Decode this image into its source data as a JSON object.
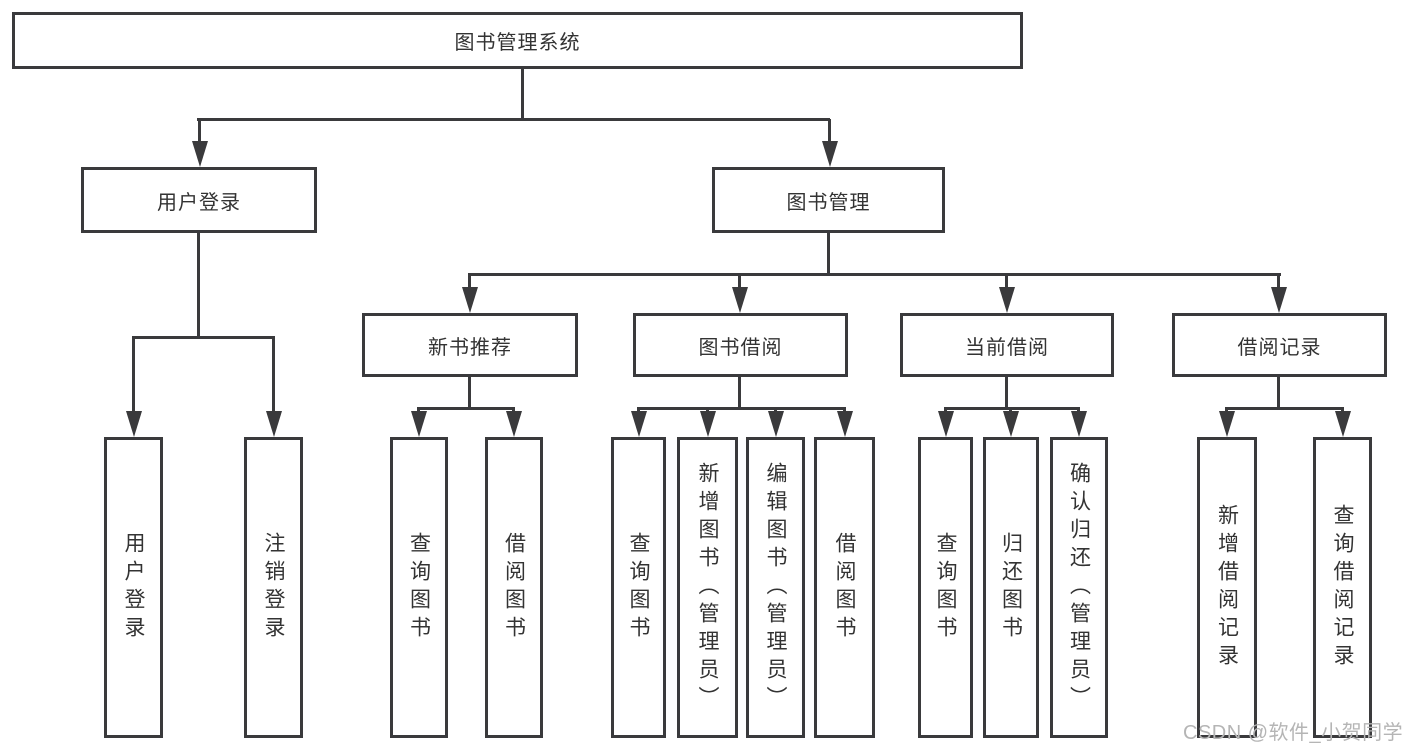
{
  "tree": {
    "root": {
      "label": "图书管理系统",
      "children": [
        {
          "label": "用户登录",
          "children": [
            {
              "label": "用户登录"
            },
            {
              "label": "注销登录"
            }
          ]
        },
        {
          "label": "图书管理",
          "children": [
            {
              "label": "新书推荐",
              "children": [
                {
                  "label": "查询图书"
                },
                {
                  "label": "借阅图书"
                }
              ]
            },
            {
              "label": "图书借阅",
              "children": [
                {
                  "label": "查询图书"
                },
                {
                  "label": "新增图书（管理员）"
                },
                {
                  "label": "编辑图书（管理员）"
                },
                {
                  "label": "借阅图书"
                }
              ]
            },
            {
              "label": "当前借阅",
              "children": [
                {
                  "label": "查询图书"
                },
                {
                  "label": "归还图书"
                },
                {
                  "label": "确认归还（管理员）"
                }
              ]
            },
            {
              "label": "借阅记录",
              "children": [
                {
                  "label": "新增借阅记录"
                },
                {
                  "label": "查询借阅记录"
                }
              ]
            }
          ]
        }
      ]
    }
  },
  "watermark": {
    "text": "CSDN @软件_小贺同学"
  },
  "colors": {
    "line": "#3a3a3c",
    "text": "#333333",
    "box_background": "#ffffff",
    "page_background": "#ffffff",
    "watermark": "#b5b5b5"
  }
}
